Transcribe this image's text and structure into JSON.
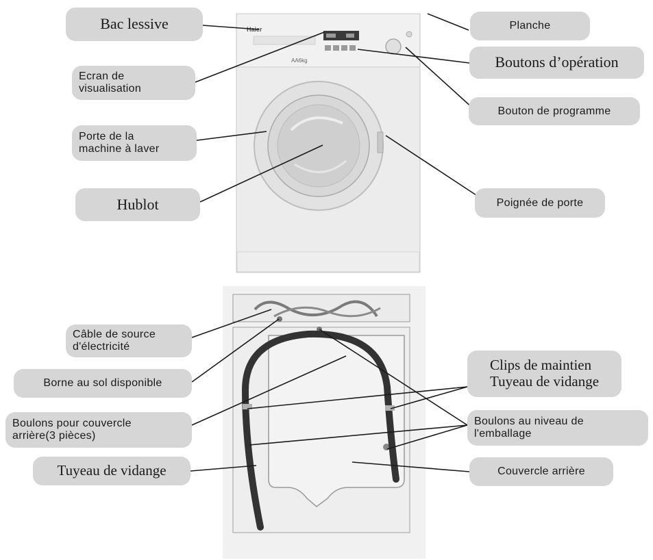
{
  "brand": "Haier",
  "model": "AA6kg",
  "front_labels": {
    "bac_lessive": "Bac lessive",
    "planche": "Planche",
    "ecran_line1": "Ecran de",
    "ecran_line2": "visualisation",
    "boutons_operation": "Boutons d’opération",
    "bouton_programme": "Bouton de programme",
    "porte_line1": "Porte de la",
    "porte_line2": "machine à laver",
    "hublot": "Hublot",
    "poignee": "Poignée de porte"
  },
  "back_labels": {
    "cable_line1": "Câble de source",
    "cable_line2": "d'électricité",
    "borne": "Borne au sol disponible",
    "clips_line1": "Clips de maintien",
    "clips_line2": "Tuyeau de vidange",
    "boulons_couvercle_line1": "Boulons pour couvercle",
    "boulons_couvercle_line2": "arrière(3 pièces)",
    "boulons_emballage_line1": "Boulons au niveau de",
    "boulons_emballage_line2": "l'emballage",
    "tuyeau": "Tuyeau de vidange",
    "couvercle": "Couvercle arrière"
  }
}
